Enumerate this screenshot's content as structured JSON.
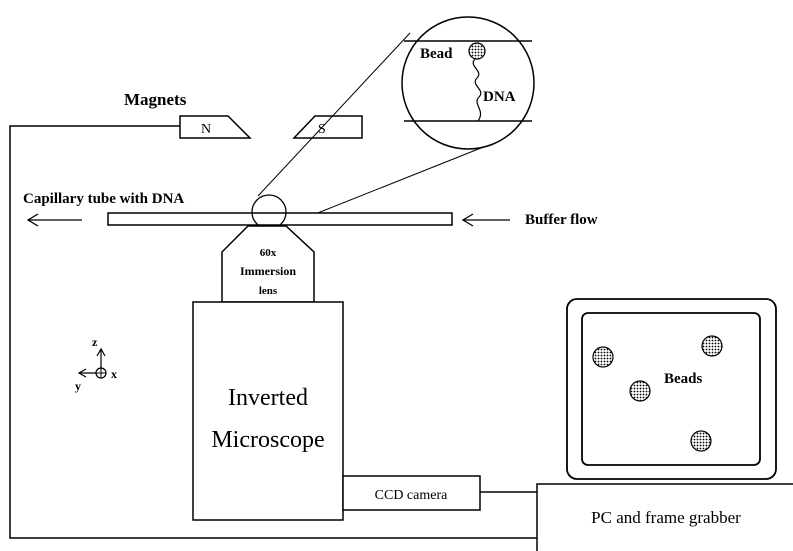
{
  "labels": {
    "magnets": "Magnets",
    "magnet_n": "N",
    "magnet_s": "S",
    "bead_inset": "Bead",
    "dna_inset": "DNA",
    "capillary": "Capillary tube with DNA",
    "buffer_flow": "Buffer flow",
    "lens_mag": "60x",
    "lens_name_1": "Immersion",
    "lens_name_2": "lens",
    "microscope_1": "Inverted",
    "microscope_2": "Microscope",
    "ccd": "CCD camera",
    "pc": "PC and frame grabber",
    "beads": "Beads",
    "axis_z": "z",
    "axis_y": "y",
    "axis_x": "x"
  }
}
